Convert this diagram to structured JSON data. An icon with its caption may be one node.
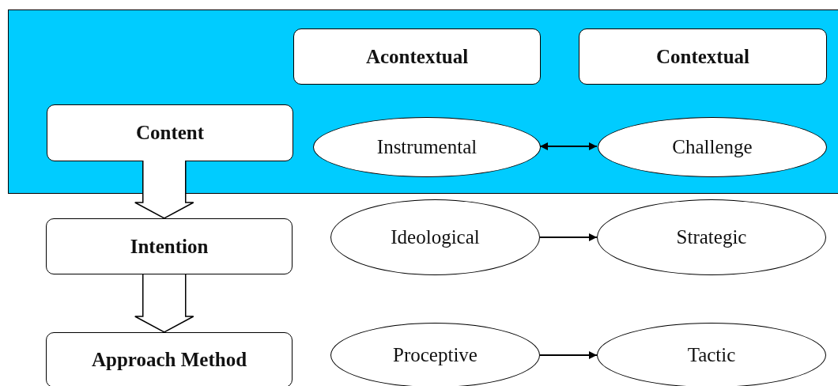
{
  "diagram": {
    "nodes": [
      {
        "text": [],
        "shape": "box"
      },
      {
        "text": [
          "Acontextual"
        ],
        "in": 0
      },
      {
        "text": [
          "Contextual"
        ],
        "in": 0
      },
      {
        "text": [
          "Content"
        ],
        "in": 0
      },
      {
        "text": [
          "Instrumental"
        ],
        "in": 0
      },
      {
        "text": [
          "Challenge"
        ],
        "in": 0
      },
      {
        "text": [
          "Intention"
        ]
      },
      {
        "text": [
          "Ideological"
        ]
      },
      {
        "text": [
          "Strategic"
        ]
      },
      {
        "text": [
          "Approach Method"
        ]
      },
      {
        "text": [
          "Proceptive"
        ]
      },
      {
        "text": [
          "Tactic"
        ]
      }
    ],
    "edges": [
      {
        "from": 3,
        "to": 6,
        "arrow": "to",
        "style": "thick"
      },
      {
        "from": 6,
        "to": 9,
        "arrow": "to",
        "style": "thick"
      },
      {
        "from": 4,
        "to": 5,
        "arrow": "both"
      },
      {
        "from": 7,
        "to": 8,
        "arrow": "to"
      },
      {
        "from": 10,
        "to": 11,
        "arrow": "to"
      }
    ]
  }
}
